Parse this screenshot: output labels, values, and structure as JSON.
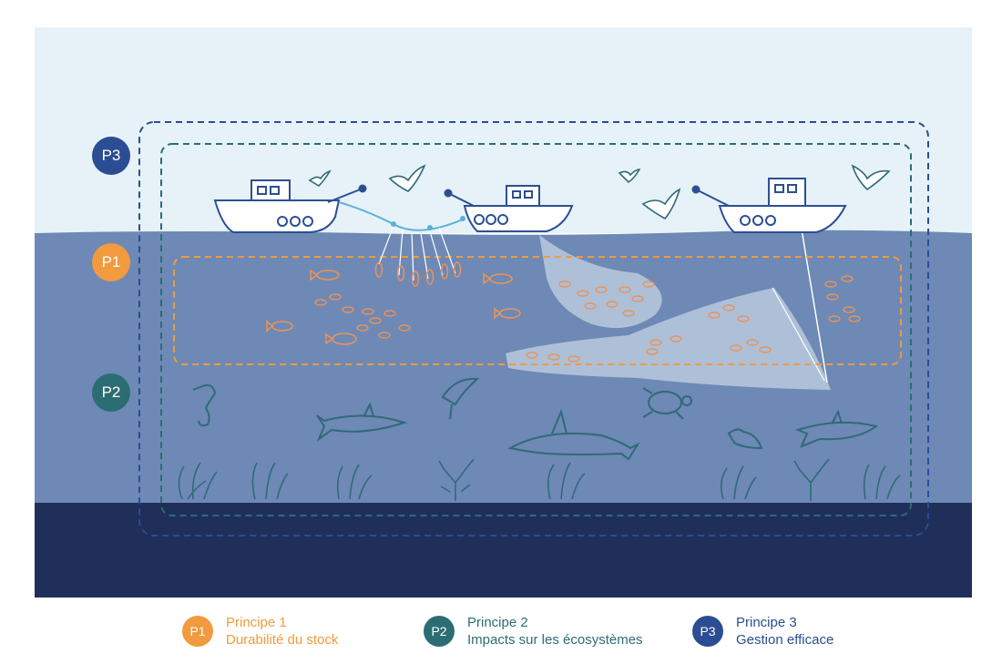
{
  "colors": {
    "sky": "#e6f2f8",
    "water": "#6e89b5",
    "seabed": "#1f2f5a",
    "p1": "#f19a3e",
    "p2": "#2b6d73",
    "p3": "#2a4d93",
    "boat_line": "#2d4f93",
    "net_fill": "#d8e4f0",
    "fish": "#e9935a",
    "life": "#2f6a78"
  },
  "badges": {
    "p3": "P3",
    "p1": "P1",
    "p2": "P2"
  },
  "legend": [
    {
      "badge": "P1",
      "title": "Principe 1",
      "subtitle": "Durabilité du stock"
    },
    {
      "badge": "P2",
      "title": "Principe 2",
      "subtitle": "Impacts sur les écosystèmes"
    },
    {
      "badge": "P3",
      "title": "Principe 3",
      "subtitle": "Gestion efficace"
    }
  ],
  "icons": [
    "boat-icon",
    "seagull-icon",
    "fish-icon",
    "seahorse-icon",
    "shark-icon",
    "ray-icon",
    "turtle-icon",
    "dolphin-icon",
    "seaweed-icon",
    "coral-icon",
    "net-icon"
  ]
}
